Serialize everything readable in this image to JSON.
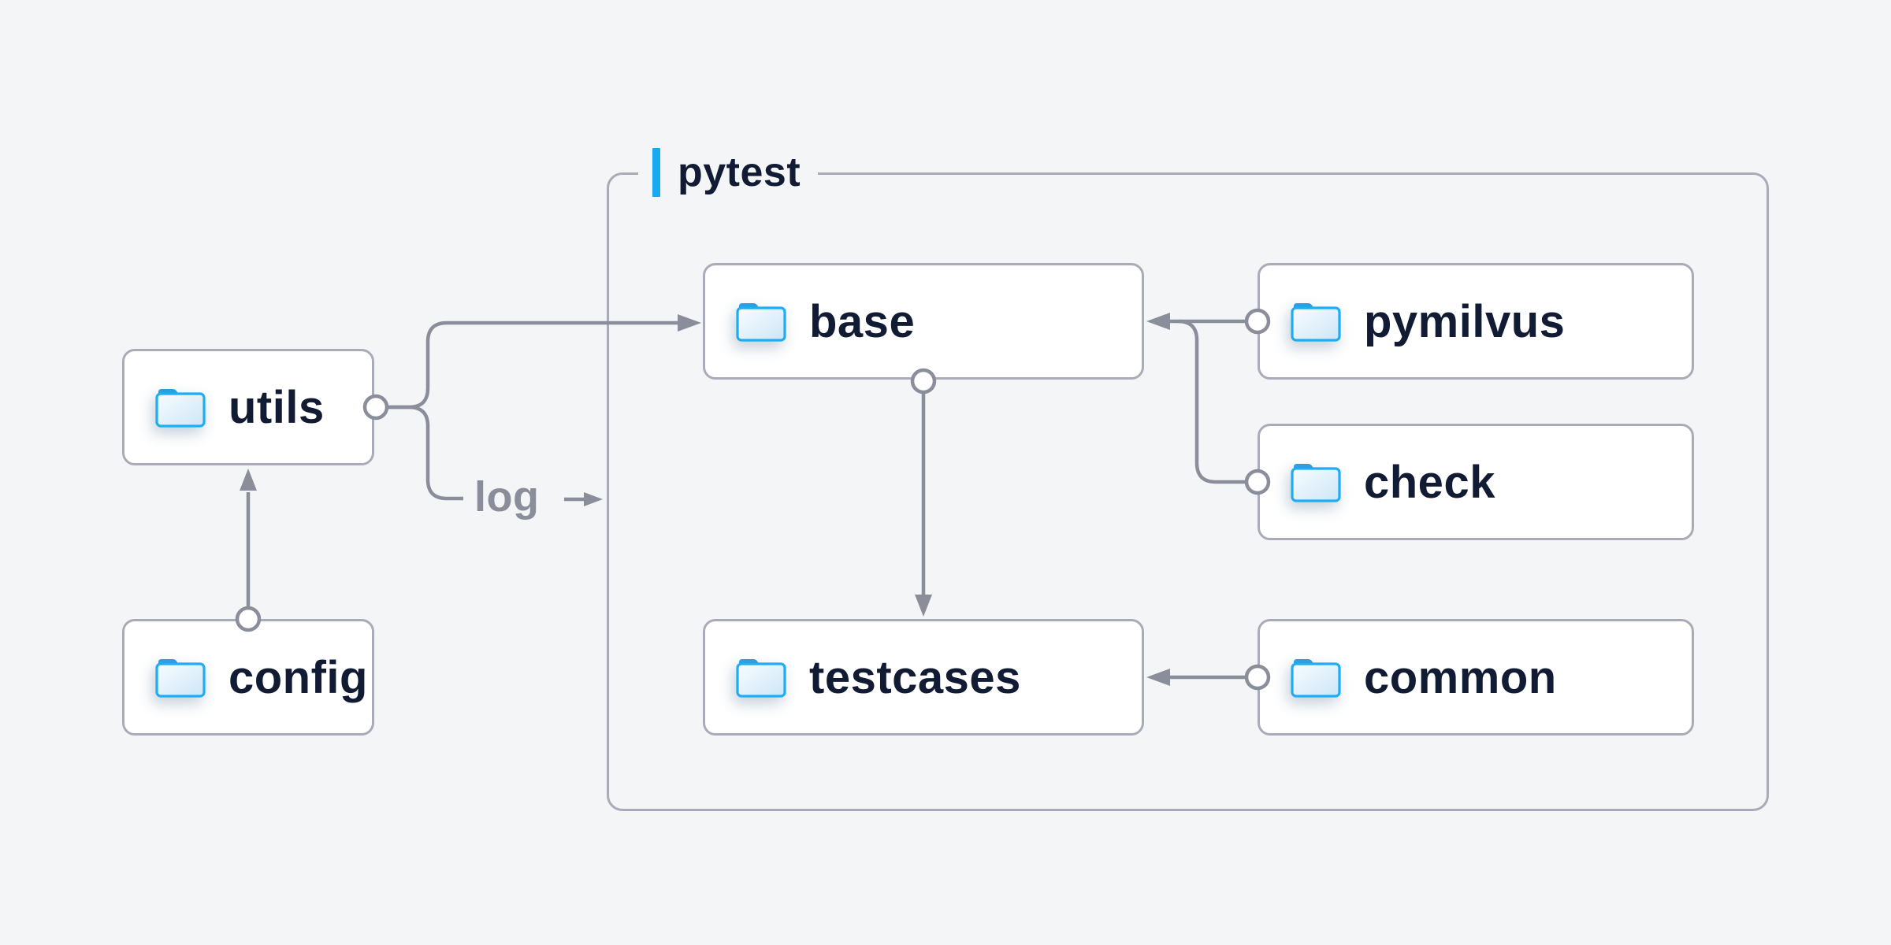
{
  "group": {
    "label": "pytest"
  },
  "nodes": {
    "utils": {
      "label": "utils",
      "icon": "folder-icon"
    },
    "config": {
      "label": "config",
      "icon": "folder-icon"
    },
    "base": {
      "label": "base",
      "icon": "folder-icon"
    },
    "pymilvus": {
      "label": "pymilvus",
      "icon": "folder-icon"
    },
    "check": {
      "label": "check",
      "icon": "folder-icon"
    },
    "testcases": {
      "label": "testcases",
      "icon": "folder-icon"
    },
    "common": {
      "label": "common",
      "icon": "folder-icon"
    }
  },
  "log_label": "log",
  "edges": [
    {
      "from": "config",
      "to": "utils"
    },
    {
      "from": "utils",
      "to": "base"
    },
    {
      "from": "utils",
      "to": "pytest-group",
      "label": "log"
    },
    {
      "from": "pymilvus",
      "to": "base"
    },
    {
      "from": "check",
      "to": "base"
    },
    {
      "from": "base",
      "to": "testcases"
    },
    {
      "from": "common",
      "to": "testcases"
    }
  ],
  "colors": {
    "bg": "#f4f5f6",
    "surface": "#ffffff",
    "border": "#a9acb8",
    "line": "#8a8e9a",
    "ink": "#111b33",
    "accent": "#18a9f3",
    "folder-stroke": "#1fadf2",
    "folder-tab": "#2b9fe4",
    "folder-fill-light": "#f8fcfe",
    "folder-fill-dark": "#cde6f7"
  }
}
